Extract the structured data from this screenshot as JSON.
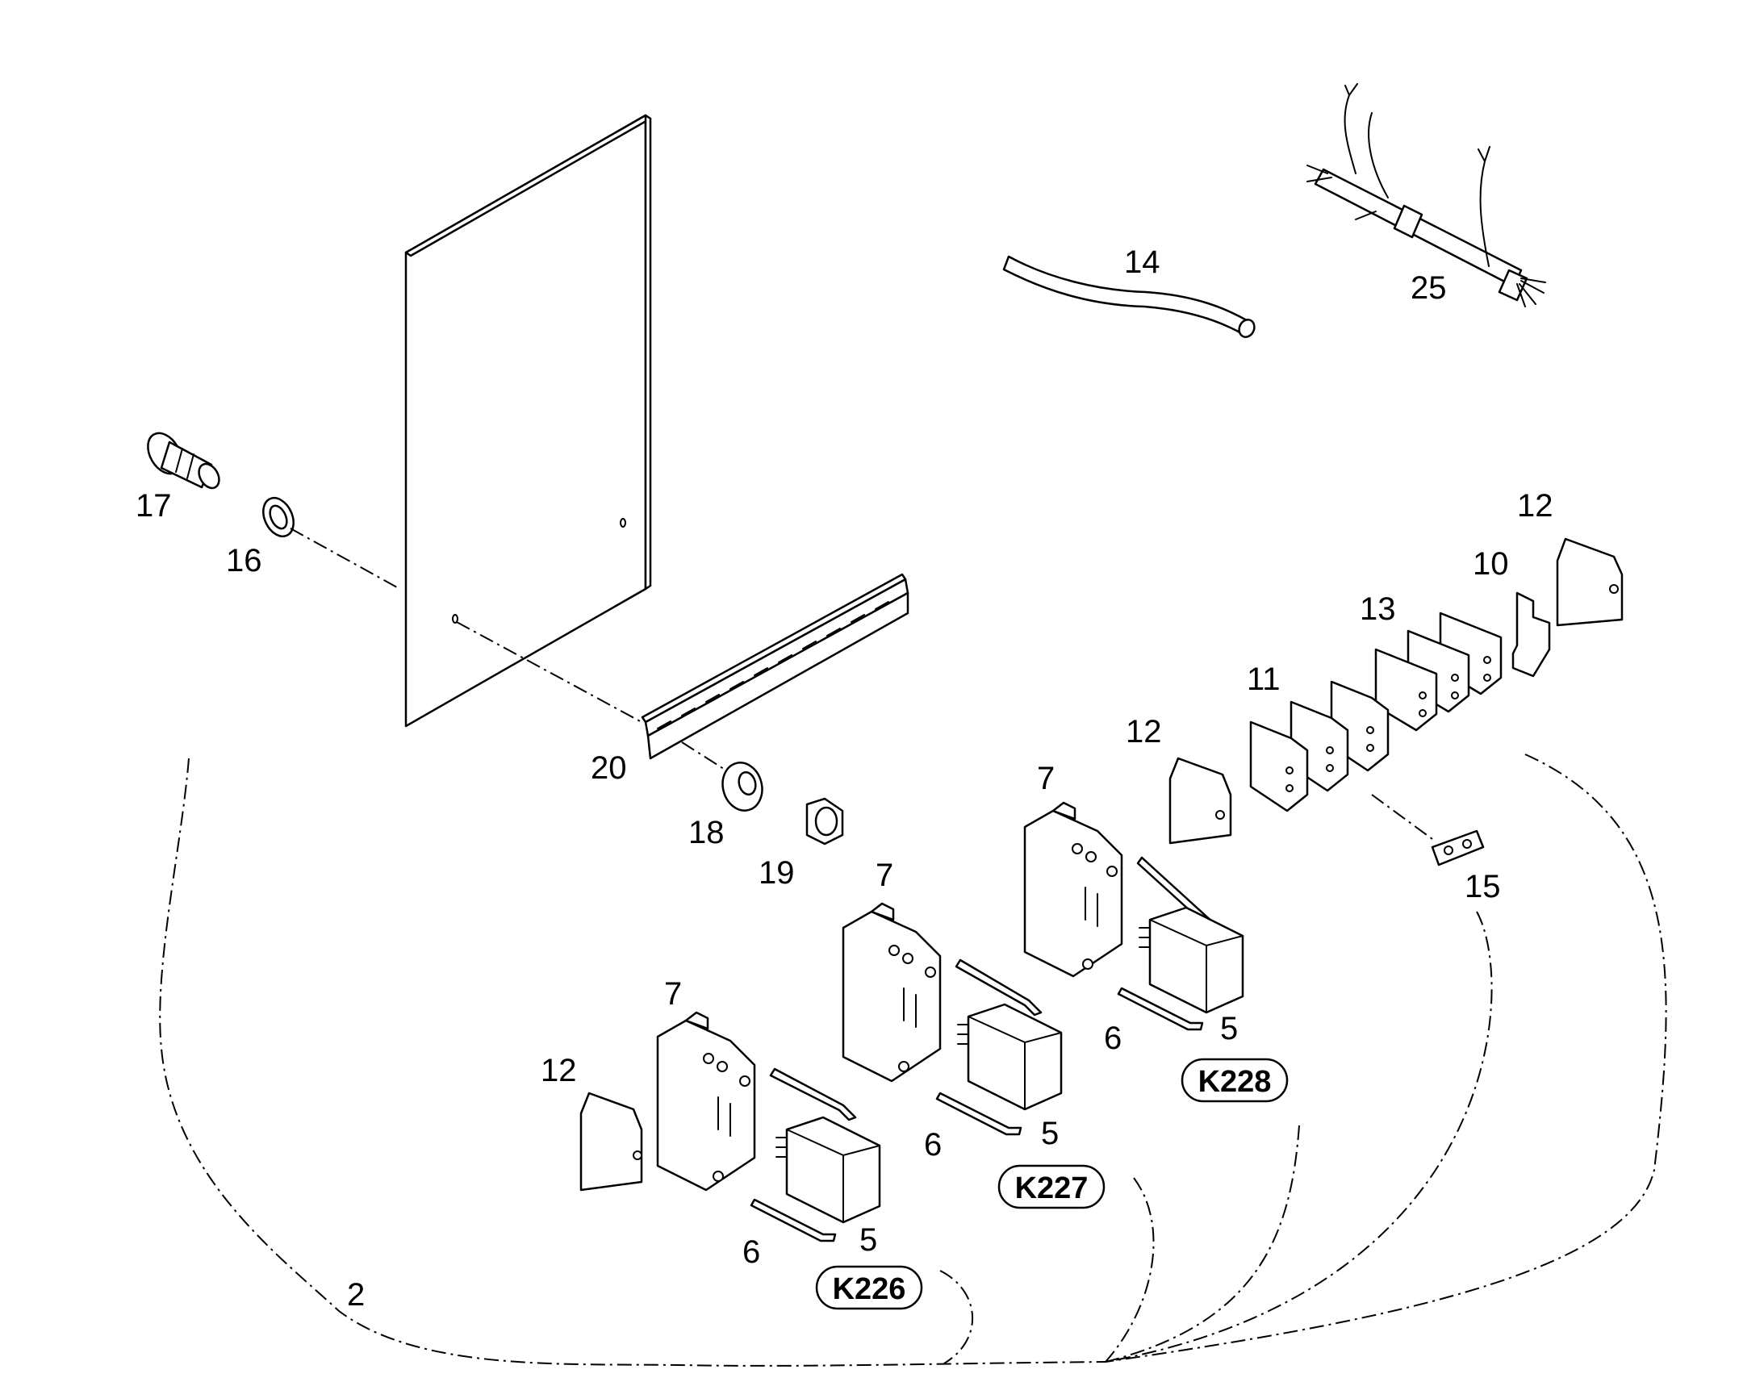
{
  "labels": {
    "l2": "2",
    "l5a": "5",
    "l5b": "5",
    "l5c": "5",
    "l6a": "6",
    "l6b": "6",
    "l6c": "6",
    "l7a": "7",
    "l7b": "7",
    "l7c": "7",
    "l10": "10",
    "l11": "11",
    "l12a": "12",
    "l12b": "12",
    "l12c": "12",
    "l13": "13",
    "l14": "14",
    "l15": "15",
    "l16": "16",
    "l17": "17",
    "l18": "18",
    "l19": "19",
    "l20": "20",
    "l25": "25"
  },
  "relays": {
    "k226": "K226",
    "k227": "K227",
    "k228": "K228"
  }
}
